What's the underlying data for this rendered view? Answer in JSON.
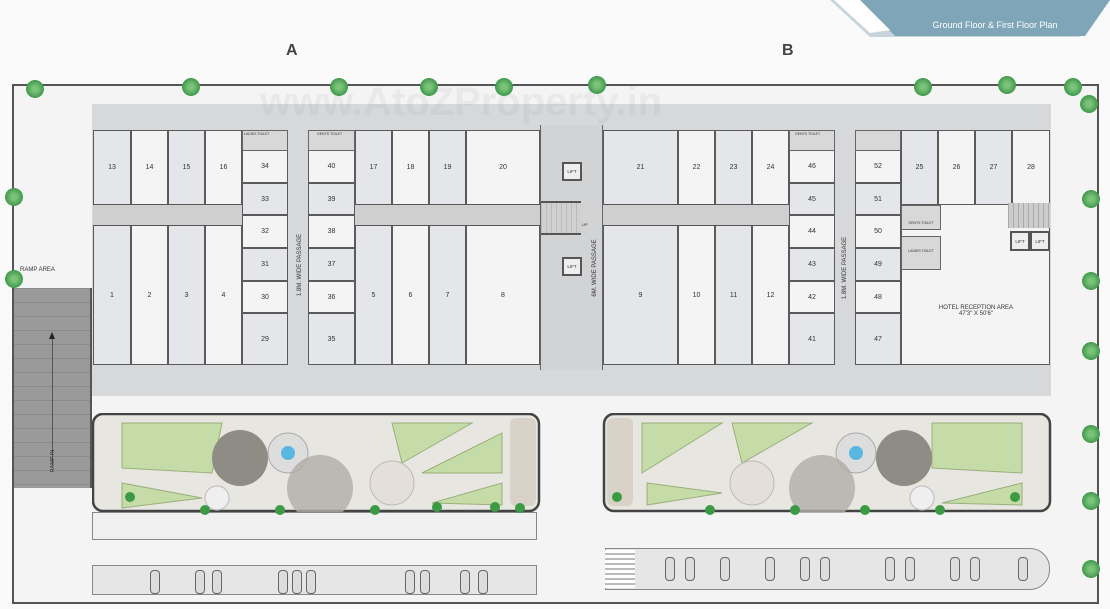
{
  "banner": {
    "title": "Ground Floor & First Floor Plan",
    "color": "#7ea5b8"
  },
  "wings": {
    "a": "A",
    "b": "B"
  },
  "labels": {
    "ramp_area": "RAMP AREA",
    "ramp_in": "RAMP IN",
    "passage_left": "1.8M. WIDE PASSAGE",
    "passage_middle": "6M. WIDE PASSAGE",
    "passage_right": "1.8M. WIDE PASSAGE",
    "lift": "LIFT",
    "up": "UP",
    "ladies_toilet": "LADIES TOILET",
    "gents_toilet": "GENTS TOILET",
    "hotel_reception": "HOTEL RECEPTION AREA",
    "hotel_reception_size": "47'3\" X 50'6\""
  },
  "units": [
    "1",
    "2",
    "3",
    "4",
    "5",
    "6",
    "7",
    "8",
    "9",
    "10",
    "11",
    "12",
    "13",
    "14",
    "15",
    "16",
    "17",
    "18",
    "19",
    "20",
    "21",
    "22",
    "23",
    "24",
    "25",
    "26",
    "27",
    "28",
    "29",
    "30",
    "31",
    "32",
    "33",
    "34",
    "35",
    "36",
    "37",
    "38",
    "39",
    "40",
    "41",
    "42",
    "43",
    "44",
    "45",
    "46",
    "47",
    "48",
    "49",
    "50",
    "51",
    "52"
  ],
  "colors": {
    "wall": "#5a5a5a",
    "corridor": "#d7d8da",
    "garden": "#c5dca8",
    "tree": "#3f9a4a"
  },
  "watermark": "www.AtoZProperty.in"
}
